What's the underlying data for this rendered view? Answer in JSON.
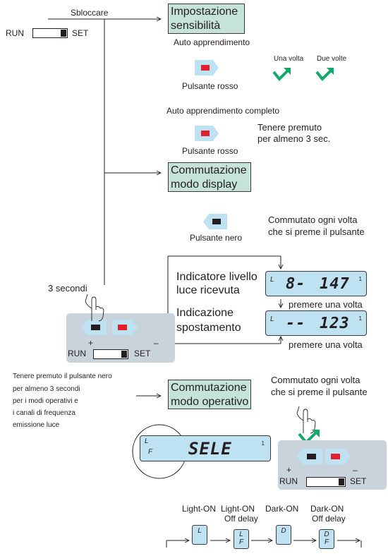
{
  "unlock": "Sbloccare",
  "switch_main": {
    "run": "RUN",
    "set": "SET"
  },
  "sensitivity": {
    "title": "Impostazione sensibilità",
    "auto_learn": "Auto apprendimento",
    "red_button_1": "Pulsante rosso",
    "once": "Una volta",
    "twice": "Due volte",
    "auto_learn_done": "Auto apprendimento completo",
    "red_button_2": "Pulsante rosso",
    "hold_note_line1": "Tenere premuto",
    "hold_note_line2": "per almeno 3 sec."
  },
  "display_mode": {
    "title_line1": "Commutazione",
    "title_line2": "modo display",
    "black_button": "Pulsante nero",
    "switch_note_line1": "Commutato ogni volta",
    "switch_note_line2": "che si preme il pulsante",
    "received_level_line1": "Indicatore livello",
    "received_level_line2": "luce ricevuta",
    "lcd1": {
      "label": "L",
      "left": "8-",
      "right": "147",
      "num": "1"
    },
    "press_once_1": "premere una volta",
    "shift_line1": "Indicazione",
    "shift_line2": "spostamento",
    "lcd2": {
      "label": "L",
      "left": "--",
      "right": "123",
      "num": "1"
    },
    "press_once_2": "premere una volta"
  },
  "three_seconds": "3 secondi",
  "panel_left": {
    "plus": "+",
    "minus": "–",
    "run": "RUN",
    "set": "SET"
  },
  "hold_black_note": [
    "Tenere premuto il pulsante nero",
    "per almeno 3 secondi",
    "per i modi operativi e",
    "i canali di frequenza",
    "emissione luce"
  ],
  "operating_mode": {
    "title_line1": "Commutazione",
    "title_line2": "modo operativo",
    "switch_note_line1": "Commutato ogni volta",
    "switch_note_line2": "che si preme il pulsante",
    "lcd": {
      "label_top": "L",
      "label_bottom": "F",
      "text": "SELE",
      "num": "1"
    }
  },
  "panel_right": {
    "plus": "+",
    "minus": "–",
    "run": "RUN",
    "set": "SET"
  },
  "modes": [
    {
      "line1": "Light-ON",
      "line2": "",
      "top": "L",
      "bottom": ""
    },
    {
      "line1": "Light-ON",
      "line2": "Off delay",
      "top": "L",
      "bottom": "F"
    },
    {
      "line1": "Dark-ON",
      "line2": "",
      "top": "D",
      "bottom": ""
    },
    {
      "line1": "Dark-ON",
      "line2": "Off delay",
      "top": "D",
      "bottom": "F"
    }
  ],
  "colors": {
    "box_fill": "#c5e3d8",
    "lcd_fill": "#bfe2f3",
    "panel_fill": "#c9d3dc",
    "red_button": "#e4202e",
    "green_arrow": "#12a86b"
  }
}
